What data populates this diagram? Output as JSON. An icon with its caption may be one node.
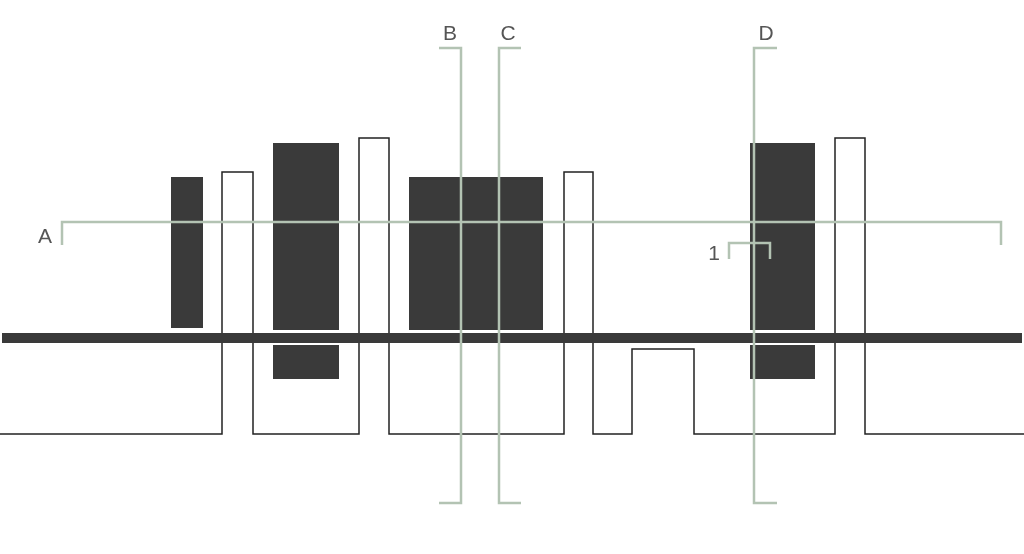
{
  "diagram": {
    "labels": [
      "B",
      "C",
      "D",
      "A",
      "1"
    ]
  }
}
